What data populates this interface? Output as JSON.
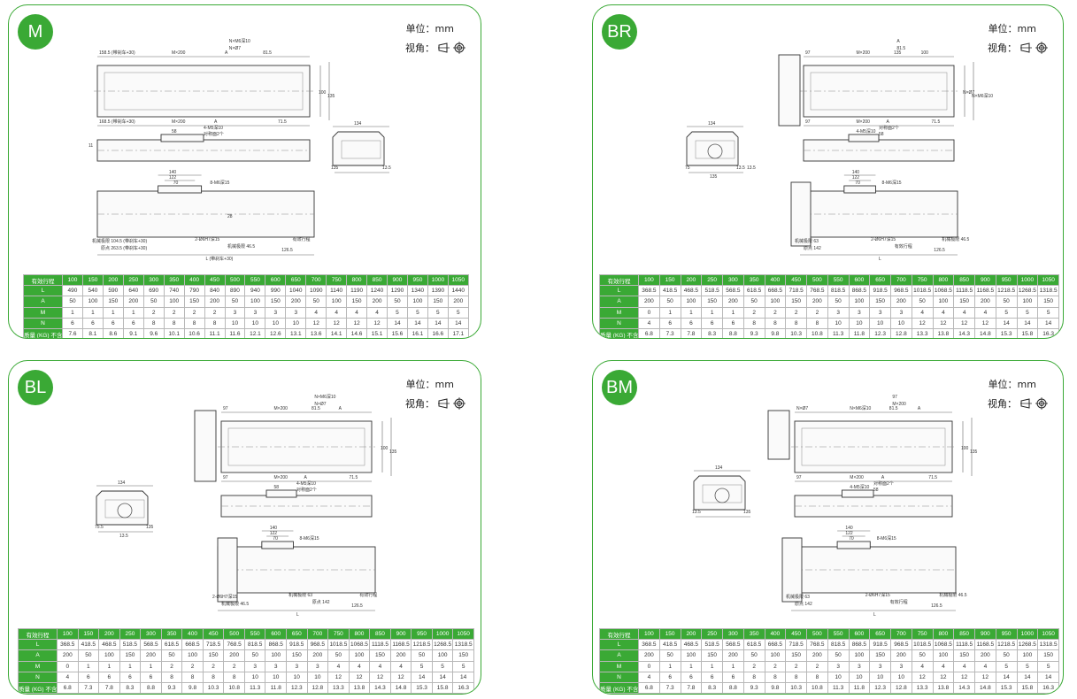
{
  "common": {
    "unit_label": "单位：mm",
    "view_label": "视角：",
    "accent_color": "#3aa935"
  },
  "panels": [
    {
      "id": "M",
      "badge": "M",
      "drawing_labels": {
        "top": [
          "158.5 (带刹车+30)",
          "M×200",
          "N×M6深10",
          "N×Ø7",
          "81.5",
          "A",
          "100",
          "135",
          "168.5 (带刹车+30)",
          "M×200",
          "A",
          "71.5"
        ],
        "front": [
          "58",
          "4-M5深10",
          "对称面2个",
          "11"
        ],
        "end": [
          "134",
          "135",
          "13.5"
        ],
        "bottom": [
          "140",
          "122",
          "70",
          "8-M6深15",
          "机械极限 104.5 (带刹车+30)",
          "原点 263.5 (带刹车+30)",
          "2-Ø6H7深15",
          "机械极限 46.5",
          "有效行程",
          "126.5",
          "L (带刹车+30)",
          "28"
        ]
      },
      "table": {
        "header": [
          "有效行程",
          "100",
          "150",
          "200",
          "250",
          "300",
          "350",
          "400",
          "450",
          "500",
          "550",
          "600",
          "650",
          "700",
          "750",
          "800",
          "850",
          "900",
          "950",
          "1000",
          "1050"
        ],
        "rows": [
          [
            "L",
            "490",
            "540",
            "590",
            "640",
            "690",
            "740",
            "790",
            "840",
            "890",
            "940",
            "990",
            "1040",
            "1090",
            "1140",
            "1190",
            "1240",
            "1290",
            "1340",
            "1390",
            "1440"
          ],
          [
            "A",
            "50",
            "100",
            "150",
            "200",
            "50",
            "100",
            "150",
            "200",
            "50",
            "100",
            "150",
            "200",
            "50",
            "100",
            "150",
            "200",
            "50",
            "100",
            "150",
            "200"
          ],
          [
            "M",
            "1",
            "1",
            "1",
            "1",
            "2",
            "2",
            "2",
            "2",
            "3",
            "3",
            "3",
            "3",
            "4",
            "4",
            "4",
            "4",
            "5",
            "5",
            "5",
            "5"
          ],
          [
            "N",
            "6",
            "6",
            "6",
            "6",
            "8",
            "8",
            "8",
            "8",
            "10",
            "10",
            "10",
            "10",
            "12",
            "12",
            "12",
            "12",
            "14",
            "14",
            "14",
            "14"
          ],
          [
            "质量 (KG) 不含电机",
            "7.6",
            "8.1",
            "8.6",
            "9.1",
            "9.6",
            "10.1",
            "10.6",
            "11.1",
            "11.6",
            "12.1",
            "12.6",
            "13.1",
            "13.6",
            "14.1",
            "14.6",
            "15.1",
            "15.6",
            "16.1",
            "16.6",
            "17.1"
          ]
        ]
      }
    },
    {
      "id": "BR",
      "badge": "BR",
      "drawing_labels": {
        "top": [
          "97",
          "M×200",
          "A",
          "81.5",
          "100",
          "135",
          "N×Ø7",
          "N×M6深10",
          "97",
          "M×200",
          "A",
          "71.5"
        ],
        "front": [
          "4-M5深10",
          "对称面2个",
          "58"
        ],
        "end": [
          "134",
          "75",
          "13.5",
          "135",
          "13.5"
        ],
        "bottom": [
          "140",
          "122",
          "70",
          "8-M6深15",
          "机械极限 63",
          "原点 142",
          "2-Ø6H7深15",
          "有效行程",
          "机械极限 46.5",
          "126.5",
          "L"
        ]
      },
      "table": {
        "header": [
          "有效行程",
          "100",
          "150",
          "200",
          "250",
          "300",
          "350",
          "400",
          "450",
          "500",
          "550",
          "600",
          "650",
          "700",
          "750",
          "800",
          "850",
          "900",
          "950",
          "1000",
          "1050"
        ],
        "rows": [
          [
            "L",
            "368.5",
            "418.5",
            "468.5",
            "518.5",
            "568.5",
            "618.5",
            "668.5",
            "718.5",
            "768.5",
            "818.5",
            "868.5",
            "918.5",
            "968.5",
            "1018.5",
            "1068.5",
            "1118.5",
            "1168.5",
            "1218.5",
            "1268.5",
            "1318.5"
          ],
          [
            "A",
            "200",
            "50",
            "100",
            "150",
            "200",
            "50",
            "100",
            "150",
            "200",
            "50",
            "100",
            "150",
            "200",
            "50",
            "100",
            "150",
            "200",
            "50",
            "100",
            "150"
          ],
          [
            "M",
            "0",
            "1",
            "1",
            "1",
            "1",
            "2",
            "2",
            "2",
            "2",
            "3",
            "3",
            "3",
            "3",
            "4",
            "4",
            "4",
            "4",
            "5",
            "5",
            "5"
          ],
          [
            "N",
            "4",
            "6",
            "6",
            "6",
            "6",
            "8",
            "8",
            "8",
            "8",
            "10",
            "10",
            "10",
            "10",
            "12",
            "12",
            "12",
            "12",
            "14",
            "14",
            "14"
          ],
          [
            "质量 (KG) 不含电机",
            "6.8",
            "7.3",
            "7.8",
            "8.3",
            "8.8",
            "9.3",
            "9.8",
            "10.3",
            "10.8",
            "11.3",
            "11.8",
            "12.3",
            "12.8",
            "13.3",
            "13.8",
            "14.3",
            "14.8",
            "15.3",
            "15.8",
            "16.3"
          ]
        ]
      }
    },
    {
      "id": "BL",
      "badge": "BL",
      "drawing_labels": {
        "top": [
          "97",
          "M×200",
          "N×M6深10",
          "N×Ø7",
          "A",
          "81.5",
          "100",
          "135",
          "97",
          "M×200",
          "A",
          "71.5"
        ],
        "front": [
          "58",
          "4-M5深10",
          "对称面2个"
        ],
        "end": [
          "134",
          "75.5",
          "135",
          "13.5"
        ],
        "bottom": [
          "140",
          "122",
          "70",
          "8-M6深15",
          "2-Ø6H7深15",
          "机械极限 46.5",
          "机械极限 63",
          "原点 142",
          "有效行程",
          "126.5",
          "L"
        ]
      },
      "table": {
        "header": [
          "有效行程",
          "100",
          "150",
          "200",
          "250",
          "300",
          "350",
          "400",
          "450",
          "500",
          "550",
          "600",
          "650",
          "700",
          "750",
          "800",
          "850",
          "900",
          "950",
          "1000",
          "1050"
        ],
        "rows": [
          [
            "L",
            "368.5",
            "418.5",
            "468.5",
            "518.5",
            "568.5",
            "618.5",
            "668.5",
            "718.5",
            "768.5",
            "818.5",
            "868.5",
            "918.5",
            "968.5",
            "1018.5",
            "1068.5",
            "1118.5",
            "1168.5",
            "1218.5",
            "1268.5",
            "1318.5"
          ],
          [
            "A",
            "200",
            "50",
            "100",
            "150",
            "200",
            "50",
            "100",
            "150",
            "200",
            "50",
            "100",
            "150",
            "200",
            "50",
            "100",
            "150",
            "200",
            "50",
            "100",
            "150"
          ],
          [
            "M",
            "0",
            "1",
            "1",
            "1",
            "1",
            "2",
            "2",
            "2",
            "2",
            "3",
            "3",
            "3",
            "3",
            "4",
            "4",
            "4",
            "4",
            "5",
            "5",
            "5"
          ],
          [
            "N",
            "4",
            "6",
            "6",
            "6",
            "6",
            "8",
            "8",
            "8",
            "8",
            "10",
            "10",
            "10",
            "10",
            "12",
            "12",
            "12",
            "12",
            "14",
            "14",
            "14"
          ],
          [
            "质量 (KG) 不含电机",
            "6.8",
            "7.3",
            "7.8",
            "8.3",
            "8.8",
            "9.3",
            "9.8",
            "10.3",
            "10.8",
            "11.3",
            "11.8",
            "12.3",
            "12.8",
            "13.3",
            "13.8",
            "14.3",
            "14.8",
            "15.3",
            "15.8",
            "16.3"
          ]
        ]
      }
    },
    {
      "id": "BM",
      "badge": "BM",
      "drawing_labels": {
        "top": [
          "N×Ø7",
          "N×M6深10",
          "97",
          "M×200",
          "A",
          "81.5",
          "100",
          "135",
          "97",
          "M×200",
          "A",
          "71.5"
        ],
        "front": [
          "4-M5深10",
          "对称面2个",
          "58"
        ],
        "end": [
          "134",
          "13.5",
          "135"
        ],
        "bottom": [
          "140",
          "122",
          "70",
          "8-M6深15",
          "机械极限 63",
          "原点 142",
          "2-Ø6H7深15",
          "有效行程",
          "机械极限 46.5",
          "126.5",
          "L"
        ]
      },
      "table": {
        "header": [
          "有效行程",
          "100",
          "150",
          "200",
          "250",
          "300",
          "350",
          "400",
          "450",
          "500",
          "550",
          "600",
          "650",
          "700",
          "750",
          "800",
          "850",
          "900",
          "950",
          "1000",
          "1050"
        ],
        "rows": [
          [
            "L",
            "368.5",
            "418.5",
            "468.5",
            "518.5",
            "568.5",
            "618.5",
            "668.5",
            "718.5",
            "768.5",
            "818.5",
            "868.5",
            "918.5",
            "968.5",
            "1018.5",
            "1068.5",
            "1118.5",
            "1168.5",
            "1218.5",
            "1268.5",
            "1318.5"
          ],
          [
            "A",
            "200",
            "50",
            "100",
            "150",
            "200",
            "50",
            "100",
            "150",
            "200",
            "50",
            "100",
            "150",
            "200",
            "50",
            "100",
            "150",
            "200",
            "50",
            "100",
            "150"
          ],
          [
            "M",
            "0",
            "1",
            "1",
            "1",
            "1",
            "2",
            "2",
            "2",
            "2",
            "3",
            "3",
            "3",
            "3",
            "4",
            "4",
            "4",
            "4",
            "5",
            "5",
            "5"
          ],
          [
            "N",
            "4",
            "6",
            "6",
            "6",
            "6",
            "8",
            "8",
            "8",
            "8",
            "10",
            "10",
            "10",
            "10",
            "12",
            "12",
            "12",
            "12",
            "14",
            "14",
            "14"
          ],
          [
            "质量 (KG) 不含电机",
            "6.8",
            "7.3",
            "7.8",
            "8.3",
            "8.8",
            "9.3",
            "9.8",
            "10.3",
            "10.8",
            "11.3",
            "11.8",
            "12.3",
            "12.8",
            "13.3",
            "13.8",
            "14.3",
            "14.8",
            "15.3",
            "15.8",
            "16.3"
          ]
        ]
      }
    }
  ]
}
